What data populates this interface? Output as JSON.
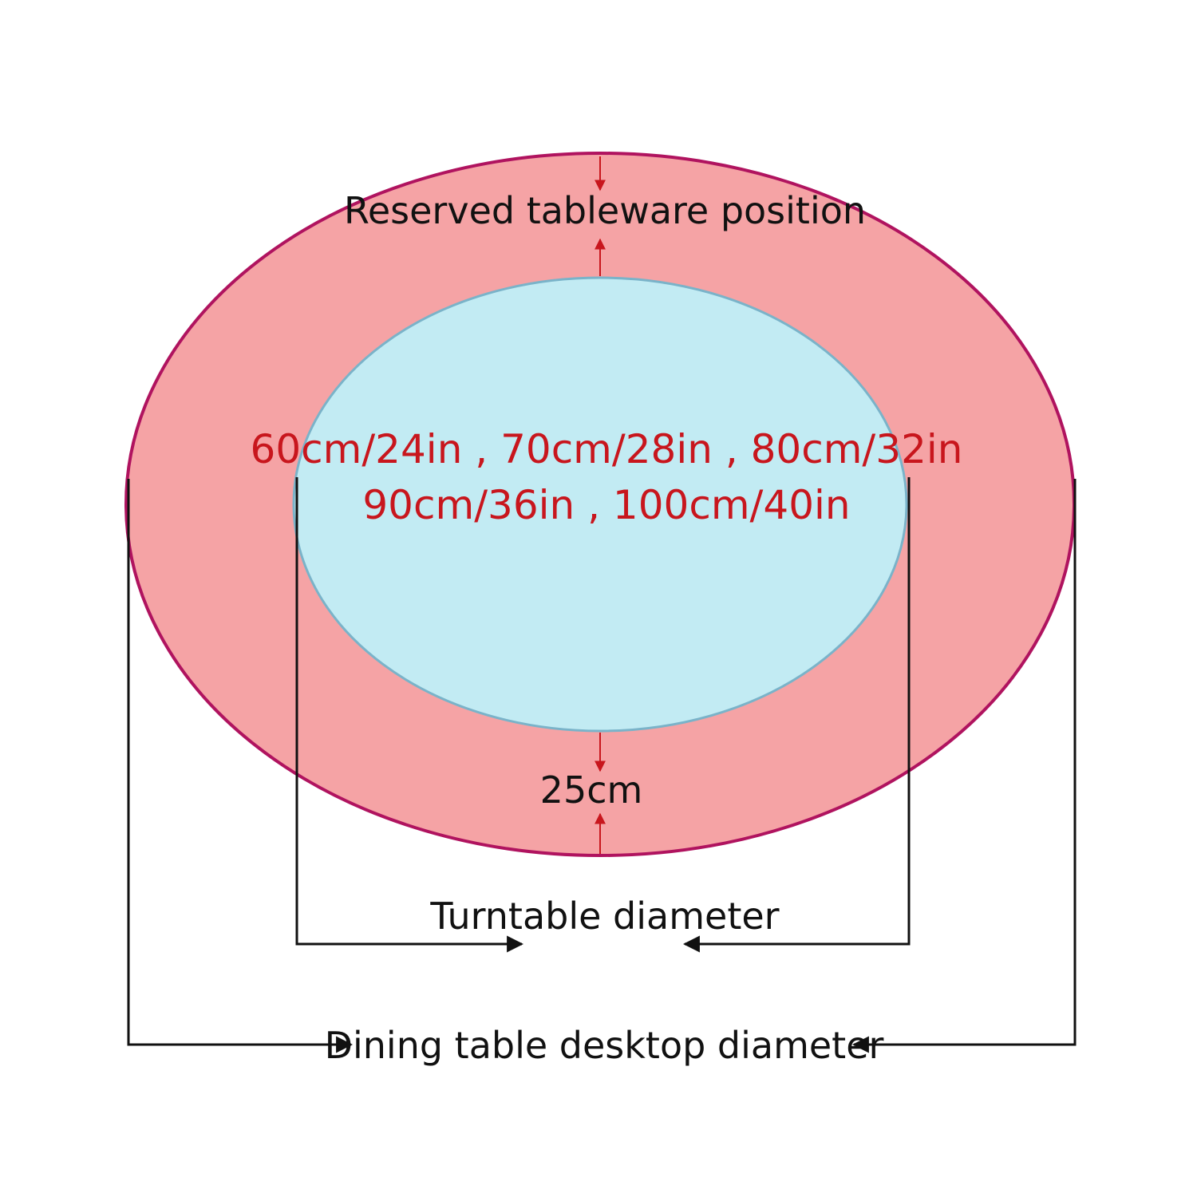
{
  "labels": {
    "reserved_position": "Reserved tableware position",
    "sizes_line1": "60cm/24in , 70cm/28in , 80cm/32in",
    "sizes_line2": "90cm/36in , 100cm/40in",
    "gap": "25cm",
    "turntable_diameter": "Turntable diameter",
    "table_diameter": "Dining table desktop diameter"
  },
  "colors": {
    "table_fill": "#f5a3a5",
    "table_outline": "#b0135f",
    "turntable_fill": "#c2ebf3",
    "turntable_outline": "#7ab3c9",
    "arrow_red": "#c8161d",
    "line_dark": "#111111"
  }
}
